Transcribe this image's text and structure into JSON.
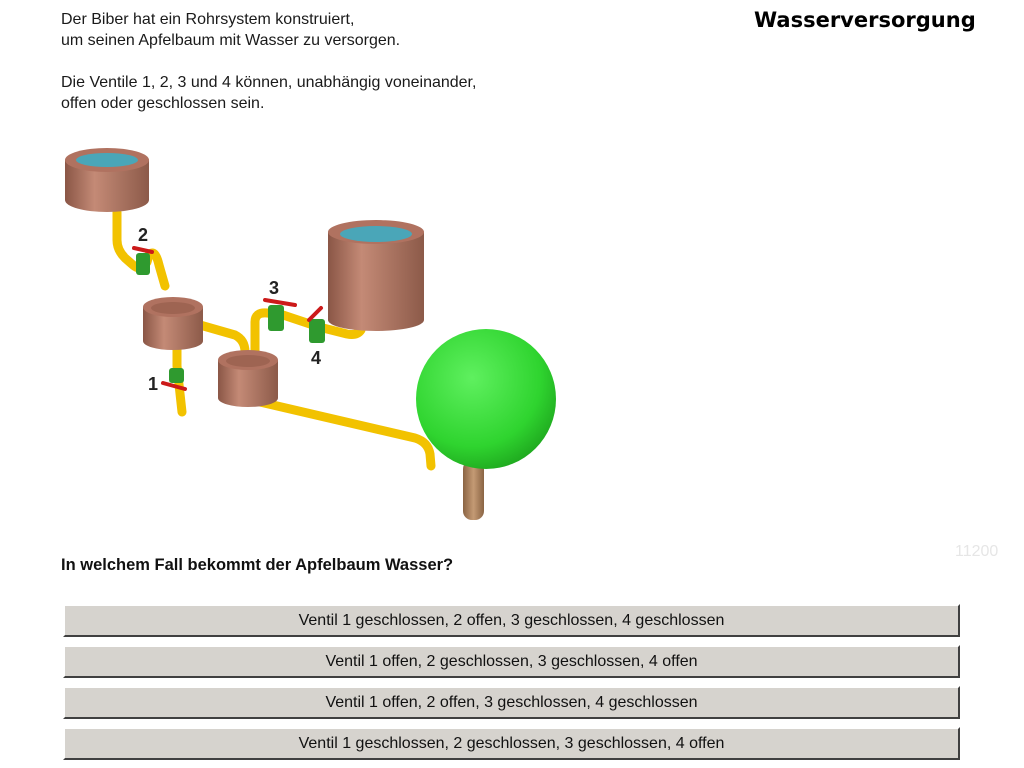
{
  "header": {
    "title": "Wasserversorgung"
  },
  "intro": {
    "line1": "Der Biber hat ein Rohrsystem konstruiert,",
    "line2": "um seinen Apfelbaum mit Wasser zu versorgen.",
    "line3": "Die Ventile 1, 2, 3 und 4 können, unabhängig voneinander,",
    "line4": "offen oder geschlossen sein."
  },
  "scene": {
    "valve_labels": [
      "1",
      "2",
      "3",
      "4"
    ],
    "colors": {
      "pot": "#b87a68",
      "water": "#4aa6b8",
      "pipe": "#f2c200",
      "valve": "#2f9a2f",
      "handle": "#cc1a1a",
      "tree": "#2fd42f",
      "trunk": "#b08460"
    }
  },
  "task_id": "11200",
  "question": "In welchem Fall bekommt der Apfelbaum Wasser?",
  "answers": [
    "Ventil 1 geschlossen, 2 offen, 3 geschlossen, 4 geschlossen",
    "Ventil 1 offen, 2 geschlossen, 3 geschlossen, 4 offen",
    "Ventil 1 offen, 2 offen, 3 geschlossen, 4 geschlossen",
    "Ventil 1 geschlossen, 2 geschlossen, 3 geschlossen, 4 offen"
  ]
}
